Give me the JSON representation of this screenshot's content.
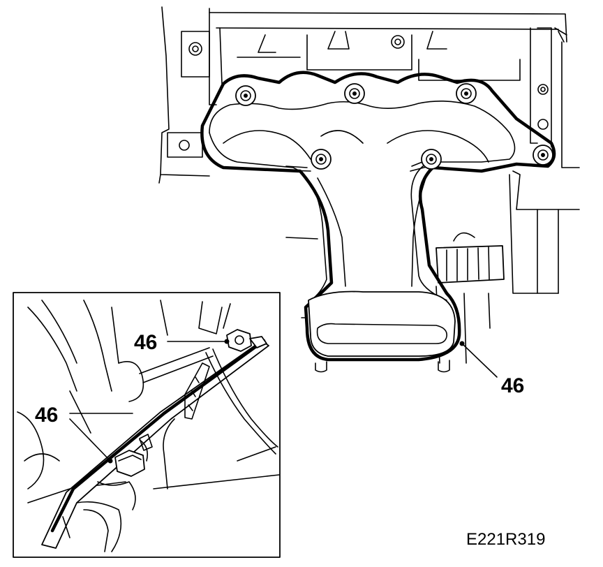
{
  "callouts": {
    "main": "46",
    "inset_upper": "46",
    "inset_lower": "46"
  },
  "figure_ref": "E221R319"
}
